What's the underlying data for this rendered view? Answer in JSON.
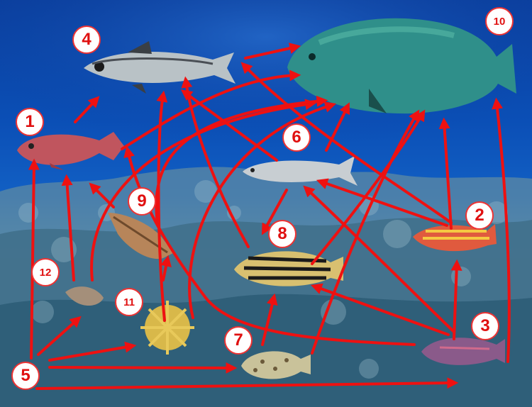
{
  "nodes": [
    {
      "id": "1",
      "label": "1"
    },
    {
      "id": "2",
      "label": "2"
    },
    {
      "id": "3",
      "label": "3"
    },
    {
      "id": "4",
      "label": "4"
    },
    {
      "id": "5",
      "label": "5"
    },
    {
      "id": "6",
      "label": "6"
    },
    {
      "id": "7",
      "label": "7"
    },
    {
      "id": "8",
      "label": "8"
    },
    {
      "id": "9",
      "label": "9"
    },
    {
      "id": "10",
      "label": "10"
    },
    {
      "id": "11",
      "label": "11"
    },
    {
      "id": "12",
      "label": "12"
    }
  ],
  "colors": {
    "arrow": "#ee1111",
    "badge_text": "#e01010",
    "badge_bg": "#ffffff"
  }
}
